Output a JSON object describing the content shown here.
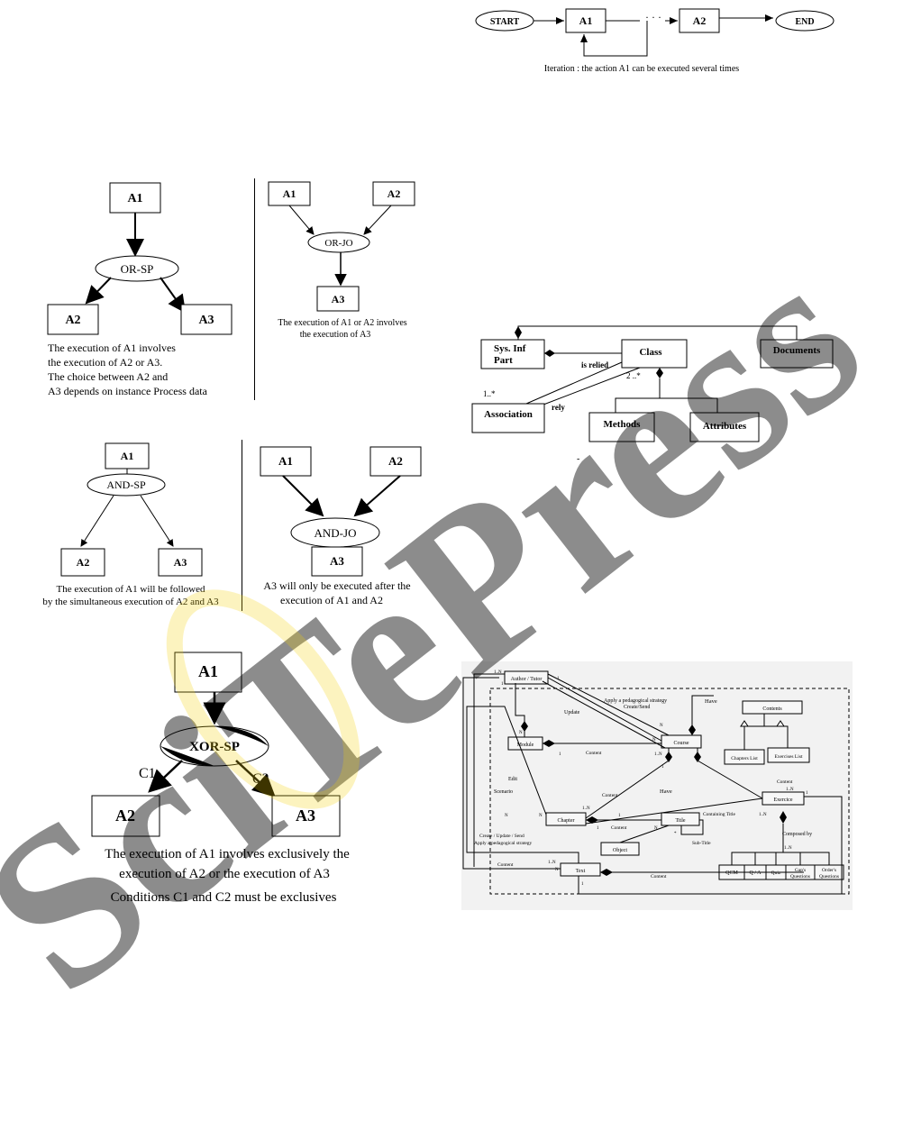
{
  "iteration": {
    "start": "START",
    "a1": "A1",
    "a2": "A2",
    "end": "END",
    "dots": "· · ·",
    "caption": "Iteration : the action A1 can be executed several times"
  },
  "or_sp": {
    "a1": "A1",
    "node": "OR-SP",
    "a2": "A2",
    "a3": "A3",
    "caption": [
      "The execution of A1 involves",
      "the execution of A2 or A3.",
      "The choice between A2 and",
      "A3 depends on instance Process data"
    ]
  },
  "or_jo": {
    "a1": "A1",
    "a2": "A2",
    "node": "OR-JO",
    "a3": "A3",
    "caption": [
      "The execution of A1 or A2 involves",
      "the execution of A3"
    ]
  },
  "and_sp": {
    "a1": "A1",
    "node": "AND-SP",
    "a2": "A2",
    "a3": "A3",
    "caption": [
      "The execution of A1 will be followed",
      "by the simultaneous execution of A2 and A3"
    ]
  },
  "and_jo": {
    "a1": "A1",
    "a2": "A2",
    "node": "AND-JO",
    "a3": "A3",
    "caption": [
      "A3 will only be executed after the",
      "execution of A1 and A2"
    ]
  },
  "xor_sp": {
    "a1": "A1",
    "node": "XOR-SP",
    "c1": "C1",
    "c2": "C2",
    "a2": "A2",
    "a3": "A3",
    "caption": [
      "The execution of A1 involves exclusively the",
      "execution of A2 or the execution of A3",
      "Conditions C1 and C2 must be exclusives"
    ]
  },
  "class_diagram": {
    "sys_inf": [
      "Sys. Inf",
      "Part"
    ],
    "class": "Class",
    "documents": "Documents",
    "association": "Association",
    "methods": "Methods",
    "attributes": "Attributes",
    "is_relied": "is relied",
    "rely": "rely",
    "m1": "1..*",
    "m2": "2 ..*",
    "dash": "-"
  },
  "course_model": {
    "author": "Author / Tutor",
    "module": "Module",
    "course": "Course",
    "contents": "Contents",
    "chapters_list": "Chapters List",
    "exercises_list": "Exercises List",
    "chapter": "Chapter",
    "exercise": "Exercice",
    "title": "Title",
    "object": "Object",
    "text": "Text",
    "qcm": "QCM",
    "qa": "Q / A",
    "quiz": "Quiz",
    "gaps": [
      "Gap's",
      "Questions"
    ],
    "order": [
      "Order's",
      "Questions"
    ],
    "apply": "Apply a pedagogical strategy",
    "create_send": "Create/Send",
    "update": "Update",
    "have": "Have",
    "content": "Content",
    "edit": "Edit",
    "scenario": "Scenario",
    "create_update": "Create / Update / Send",
    "apply2": "Apply a pedagogical strategy",
    "containing": "Containing Title",
    "subtitle": "Sub-Title",
    "composed": "Composed by",
    "n": "N",
    "one": "1",
    "one_n": "1..N",
    "star": "*"
  },
  "watermark": "SciTePress"
}
